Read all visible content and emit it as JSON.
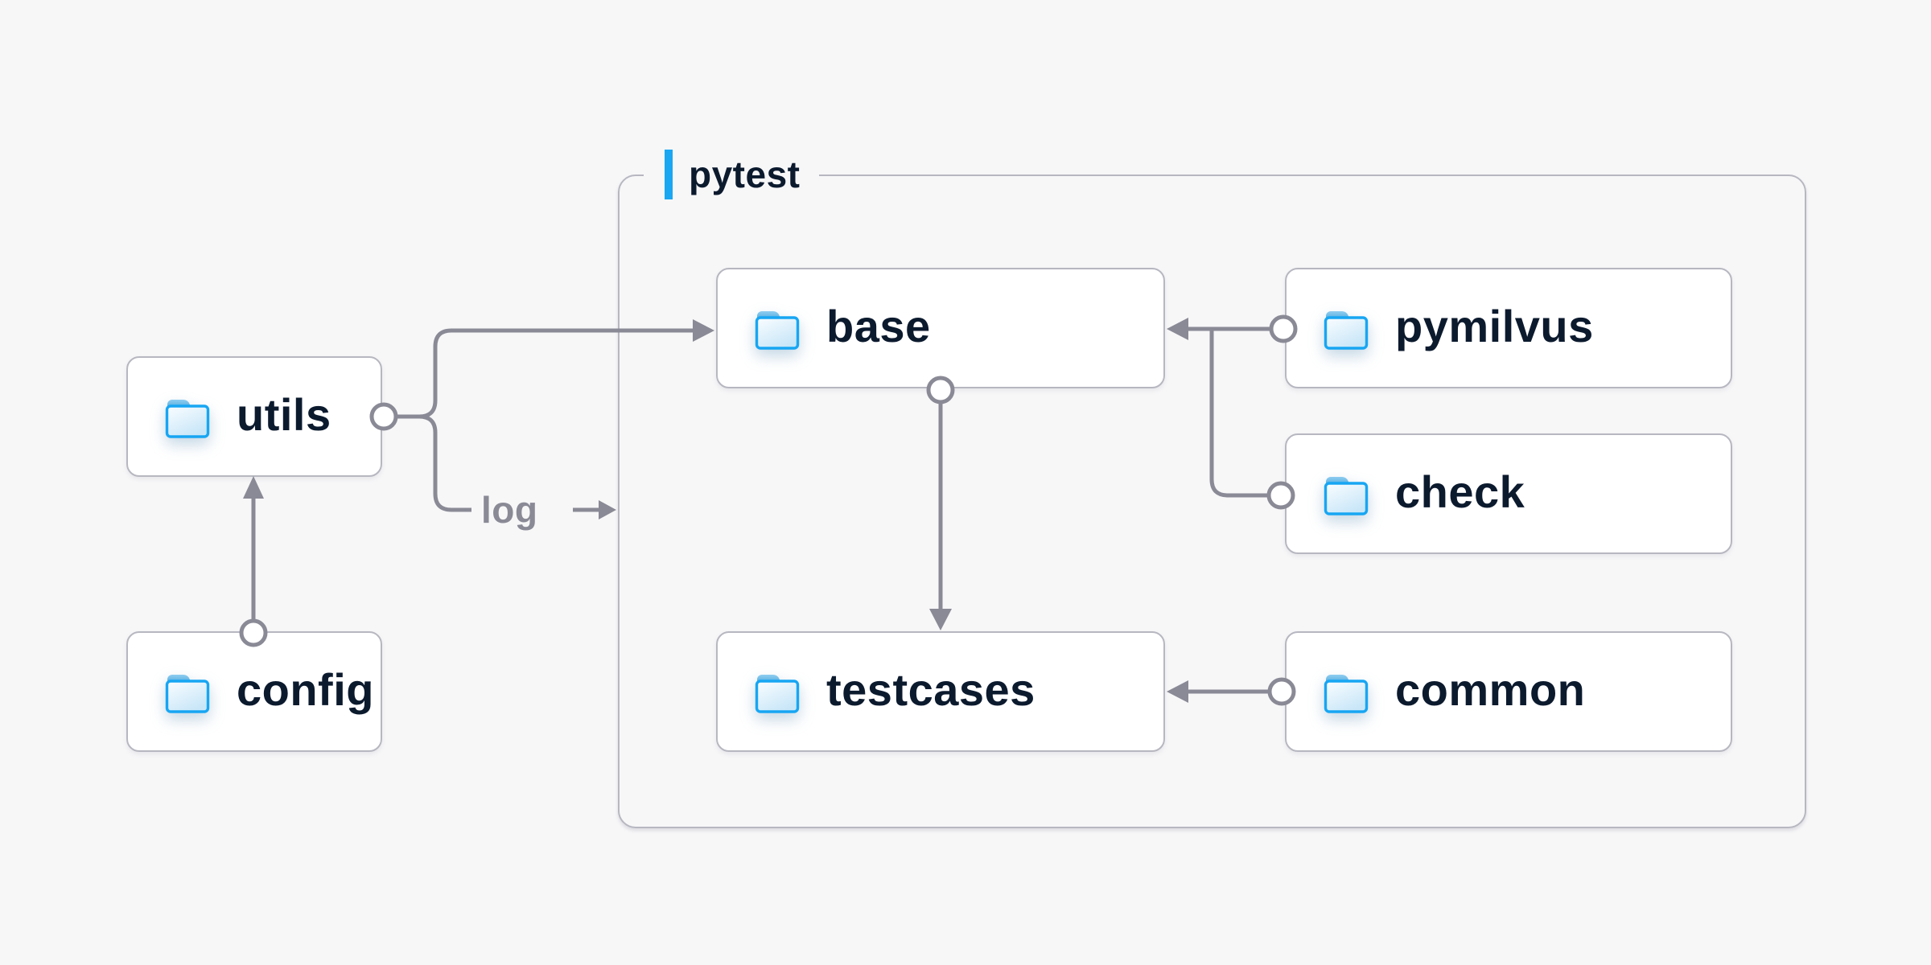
{
  "diagram": {
    "group": {
      "label": "pytest"
    },
    "nodes": [
      {
        "id": "utils",
        "label": "utils"
      },
      {
        "id": "config",
        "label": "config"
      },
      {
        "id": "base",
        "label": "base"
      },
      {
        "id": "testcases",
        "label": "testcases"
      },
      {
        "id": "pymilvus",
        "label": "pymilvus"
      },
      {
        "id": "check",
        "label": "check"
      },
      {
        "id": "common",
        "label": "common"
      }
    ],
    "edges": [
      {
        "from": "config",
        "to": "utils"
      },
      {
        "from": "utils",
        "to": "base"
      },
      {
        "from": "utils",
        "to": "log",
        "label": "log"
      },
      {
        "from": "pymilvus",
        "to": "base"
      },
      {
        "from": "check",
        "to": "base"
      },
      {
        "from": "base",
        "to": "testcases"
      },
      {
        "from": "common",
        "to": "testcases"
      }
    ],
    "edge_label": "log",
    "colors": {
      "accent_blue": "#19a7f2",
      "text_dark": "#0c1a2e",
      "line_gray": "#8a8a96",
      "box_border": "#b7b7c1",
      "box_fill": "#ffffff",
      "background": "#f7f7f8",
      "folder_stroke": "#17a6f3"
    }
  }
}
